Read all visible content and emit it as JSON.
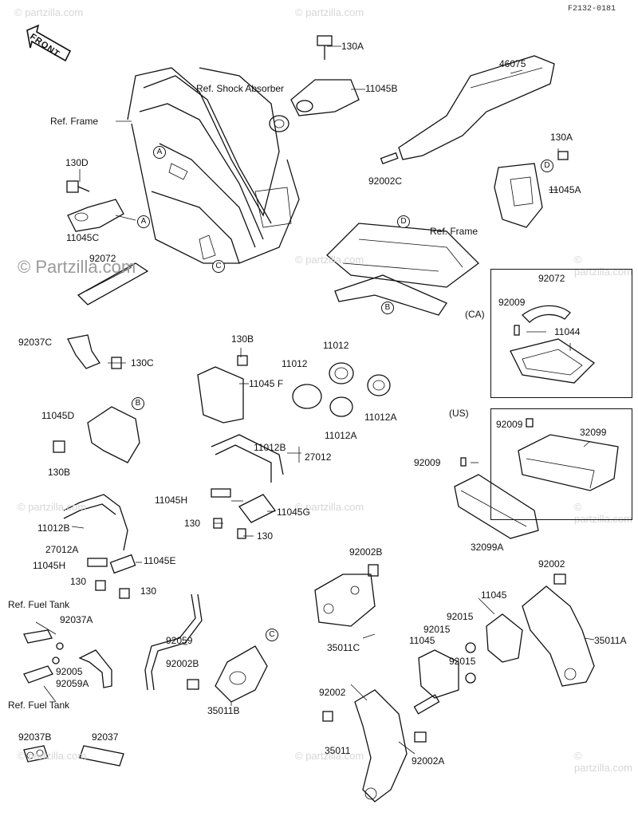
{
  "diagram_code": "F2132-0181",
  "front_label": "FRONT",
  "watermark": {
    "main": "© Partzilla.com",
    "faint": "© partzilla.com"
  },
  "refs": {
    "frame_1": "Ref. Frame",
    "shock": "Ref. Shock Absorber",
    "frame_2": "Ref. Frame",
    "fuel_tank_1": "Ref. Fuel Tank",
    "fuel_tank_2": "Ref. Fuel Tank"
  },
  "regions": {
    "ca": "(CA)",
    "us": "(US)"
  },
  "circle_markers": {
    "a": "A",
    "b": "B",
    "c": "C",
    "d": "D"
  },
  "parts": {
    "p130A_1": "130A",
    "p11045B": "11045B",
    "p46075": "46075",
    "p130D": "130D",
    "p11045C": "11045C",
    "p92072_1": "92072",
    "p92002C": "92002C",
    "p130A_2": "130A",
    "p11045A": "11045A",
    "p92072_2": "92072",
    "p92009_1": "92009",
    "p11044": "11044",
    "p92037C": "92037C",
    "p130C": "130C",
    "p130B_1": "130B",
    "p11012_1": "11012",
    "p11012_2": "11012",
    "p11045F": "11045 F",
    "p11012A_1": "11012A",
    "p11012A_2": "11012A",
    "p11045D": "11045D",
    "p130B_2": "130B",
    "p11012B_1": "11012B",
    "p27012": "27012",
    "p92009_2": "92009",
    "p32099": "32099",
    "p92009_3": "92009",
    "p32099A": "32099A",
    "p11045H_1": "11045H",
    "p11045G": "11045G",
    "p130_1": "130",
    "p130_2": "130",
    "p11012B_2": "11012B",
    "p27012A": "27012A",
    "p11045H_2": "11045H",
    "p11045E": "11045E",
    "p130_3": "130",
    "p130_4": "130",
    "p92002B_1": "92002B",
    "p92002_1": "92002",
    "p11045_1": "11045",
    "p92015_1": "92015",
    "p35011C": "35011C",
    "p11045_2": "11045",
    "p92015_2": "92015",
    "p35011A": "35011A",
    "p92037A": "92037A",
    "p92059": "92059",
    "p92005": "92005",
    "p92059A": "92059A",
    "p92002B_2": "92002B",
    "p35011B": "35011B",
    "p92002_2": "92002",
    "p35011": "35011",
    "p92002A": "92002A",
    "p92037B": "92037B",
    "p92037": "92037"
  }
}
